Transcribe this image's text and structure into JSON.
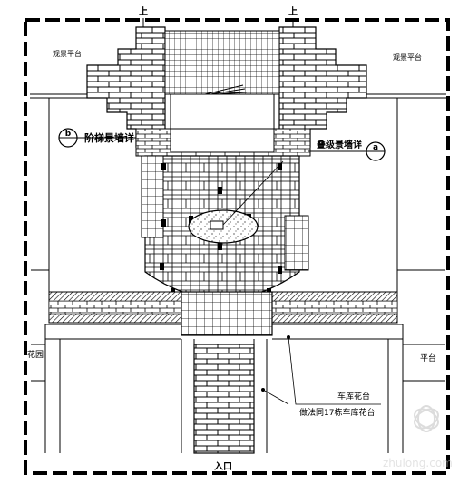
{
  "labels": {
    "top_left_up": "上",
    "top_right_up": "上",
    "left_terrace": "观景平台",
    "right_terrace": "观景平台",
    "stair_marker_letter": "b",
    "stair_wall_detail": "阶梯景墙详",
    "wall_marker_letter": "a",
    "wall_detail": "叠级景墙详",
    "left_garden": "花园",
    "right_terrace_small": "平台",
    "garage_garden": "车库花台",
    "garage_garden_ref": "做法同17栋车库花台",
    "entrance": "入口",
    "watermark": "zhulong.com"
  },
  "colors": {
    "line": "#000000",
    "hatch": "#000000",
    "watermark": "#c9c9c9"
  }
}
